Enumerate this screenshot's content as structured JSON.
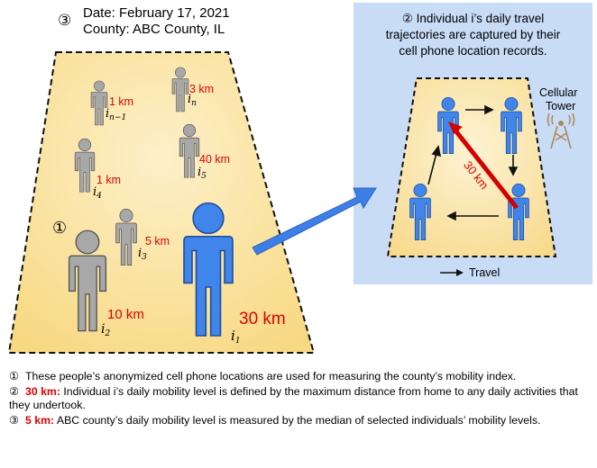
{
  "header": {
    "marker": "③",
    "date": "Date: February 17, 2021",
    "county": "County: ABC County, IL"
  },
  "left_panel": {
    "marker": "①",
    "people": [
      {
        "id": "i_{n-1}",
        "sub_main": "i",
        "sub_index": "n−1",
        "distance": "1 km"
      },
      {
        "id": "i_n",
        "sub_main": "i",
        "sub_index": "n",
        "distance": "3 km"
      },
      {
        "id": "i_4",
        "sub_main": "i",
        "sub_index": "4",
        "distance": "1 km"
      },
      {
        "id": "i_5",
        "sub_main": "i",
        "sub_index": "5",
        "distance": "40 km"
      },
      {
        "id": "i_3",
        "sub_main": "i",
        "sub_index": "3",
        "distance": "5 km"
      },
      {
        "id": "i_2",
        "sub_main": "i",
        "sub_index": "2",
        "distance": "10 km"
      },
      {
        "id": "i_1",
        "sub_main": "i",
        "sub_index": "1",
        "distance": "30 km"
      }
    ]
  },
  "right_panel": {
    "title_line1": "② Individual i’s daily travel",
    "title_line2": "trajectories are captured by their",
    "title_line3": "cell phone location records.",
    "tower_label_line1": "Cellular",
    "tower_label_line2": "Tower",
    "max_distance": "30 km",
    "legend_label": "Travel"
  },
  "notes": [
    {
      "marker": "①",
      "highlight": "",
      "text": "These people’s anonymized cell phone locations are used for measuring the county’s mobility index."
    },
    {
      "marker": "②",
      "highlight": "30 km:",
      "text": "Individual i’s daily mobility level is defined by the maximum distance from home to any daily activities that they undertook."
    },
    {
      "marker": "③",
      "highlight": "5 km:",
      "text": "ABC county’s daily mobility level is measured by the median of selected individuals’ mobility levels."
    }
  ],
  "colors": {
    "gray_person": "#a9a9a9",
    "blue_person": "#3f85ea",
    "highlight_red": "#e00000",
    "arrow_blue": "#3d7fe6",
    "right_panel_bg": "#c9dcf6",
    "area_yellow": "#fbe3a3"
  }
}
